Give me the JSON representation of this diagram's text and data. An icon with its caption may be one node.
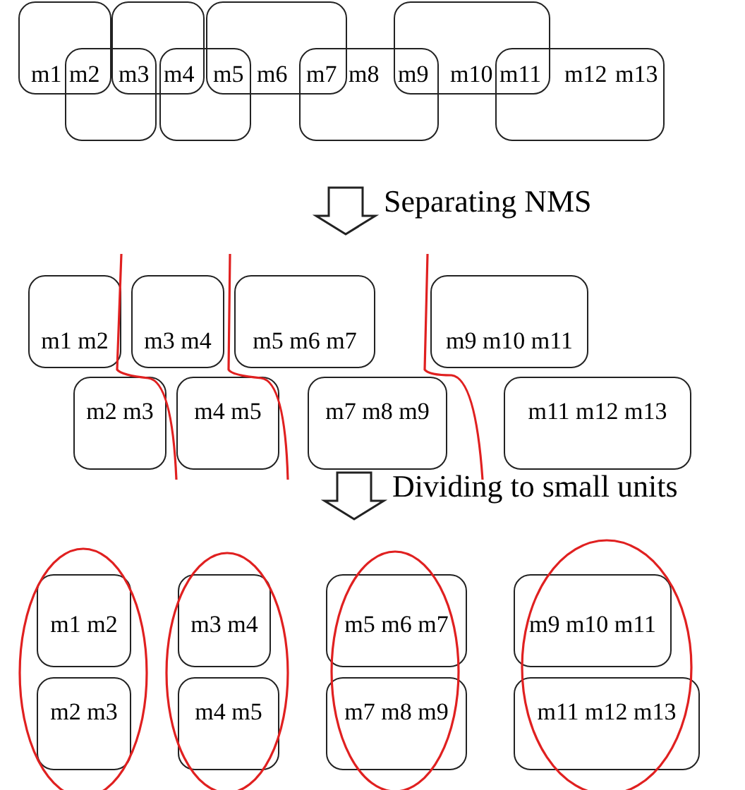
{
  "diagram": {
    "nodes": [
      {
        "text": [],
        "shape": "box"
      },
      {
        "text": [],
        "shape": "box"
      },
      {
        "text": [],
        "shape": "box"
      },
      {
        "text": [],
        "shape": "box"
      },
      {
        "text": [],
        "shape": "box"
      },
      {
        "text": [],
        "shape": "box"
      },
      {
        "text": [],
        "shape": "box"
      },
      {
        "text": [],
        "shape": "box"
      },
      {
        "text": [
          "m1 m2"
        ]
      },
      {
        "text": [
          "m3 m4"
        ]
      },
      {
        "text": [
          "m5 m6 m7"
        ]
      },
      {
        "text": [
          "m9 m10 m11"
        ]
      },
      {
        "text": [
          "m2 m3"
        ]
      },
      {
        "text": [
          "m4 m5"
        ]
      },
      {
        "text": [
          "m7 m8 m9"
        ]
      },
      {
        "text": [
          "m11 m12 m13"
        ]
      },
      {
        "text": [
          "m1 m2"
        ]
      },
      {
        "text": [
          "m3 m4"
        ]
      },
      {
        "text": [
          "m5 m6 m7"
        ]
      },
      {
        "text": [
          "m9 m10 m11"
        ]
      },
      {
        "text": [
          "m2 m3"
        ]
      },
      {
        "text": [
          "m4 m5"
        ]
      },
      {
        "text": [
          "m7 m8 m9"
        ]
      },
      {
        "text": [
          "m11 m12 m13"
        ]
      }
    ],
    "labels": [
      "m1",
      "m2",
      "m3",
      "m4",
      "m5",
      "m6",
      "m7",
      "m8",
      "m9",
      "m10",
      "m11",
      "m12",
      "m13",
      "Separating NMS",
      "Dividing to small units"
    ]
  }
}
